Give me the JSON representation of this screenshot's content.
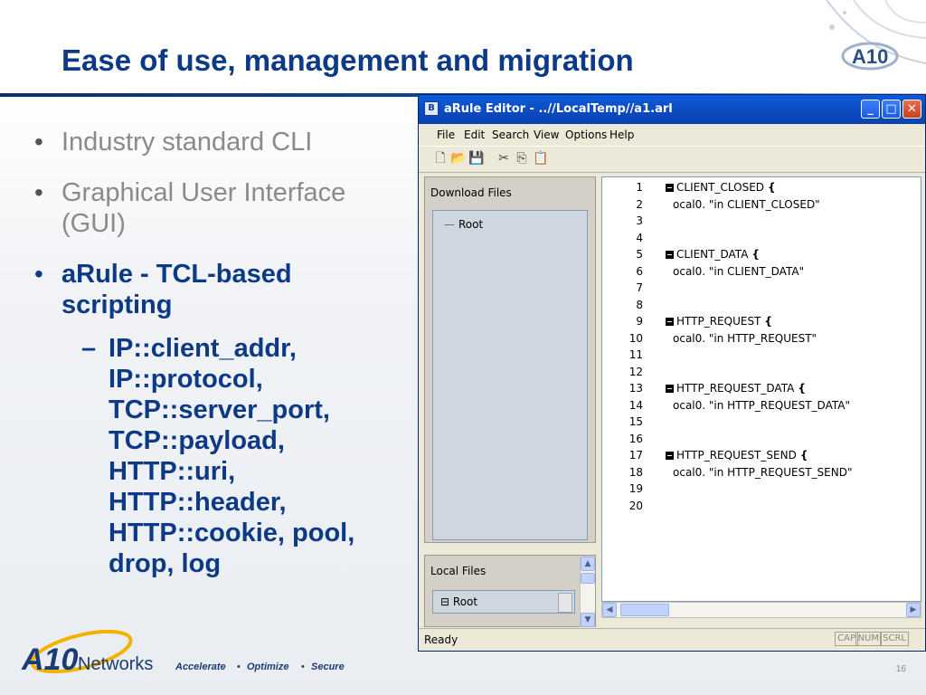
{
  "slide": {
    "title": "Ease of use, management and migration",
    "bullets": [
      {
        "text": "Industry standard CLI"
      },
      {
        "text": "Graphical User Interface (GUI)"
      },
      {
        "text": "aRule - TCL-based scripting",
        "sub": "IP::client_addr, IP::protocol, TCP::server_port, TCP::payload, HTTP::uri, HTTP::header, HTTP::cookie, pool, drop, log"
      }
    ],
    "page_number": "16",
    "footer": {
      "brand": "Networks",
      "tagline_1": "Accelerate",
      "tagline_2": "Optimize",
      "tagline_3": "Secure",
      "logo_text": "A10"
    }
  },
  "window": {
    "title": "aRule Editor - ..//LocalTemp//a1.arl",
    "menu": [
      "File",
      "Edit",
      "Search",
      "View",
      "Options",
      "Help"
    ],
    "toolbar_icons": [
      "new-file-icon",
      "open-folder-icon",
      "save-icon",
      "cut-icon",
      "copy-icon",
      "paste-icon"
    ],
    "download_files": {
      "label": "Download Files",
      "root": "Root"
    },
    "local_files": {
      "label": "Local Files",
      "root": "Root"
    },
    "editor": {
      "lines": [
        {
          "n": "1",
          "text": "CLIENT_CLOSED",
          "fold": true
        },
        {
          "n": "2",
          "text": "ocal0. \"in CLIENT_CLOSED\""
        },
        {
          "n": "3",
          "text": ""
        },
        {
          "n": "4",
          "text": ""
        },
        {
          "n": "5",
          "text": "CLIENT_DATA",
          "fold": true
        },
        {
          "n": "6",
          "text": "ocal0. \"in CLIENT_DATA\""
        },
        {
          "n": "7",
          "text": ""
        },
        {
          "n": "8",
          "text": ""
        },
        {
          "n": "9",
          "text": "HTTP_REQUEST",
          "fold": true
        },
        {
          "n": "10",
          "text": "ocal0. \"in HTTP_REQUEST\""
        },
        {
          "n": "11",
          "text": ""
        },
        {
          "n": "12",
          "text": ""
        },
        {
          "n": "13",
          "text": "HTTP_REQUEST_DATA",
          "fold": true
        },
        {
          "n": "14",
          "text": "ocal0. \"in HTTP_REQUEST_DATA\""
        },
        {
          "n": "15",
          "text": ""
        },
        {
          "n": "16",
          "text": ""
        },
        {
          "n": "17",
          "text": "HTTP_REQUEST_SEND",
          "fold": true
        },
        {
          "n": "18",
          "text": "ocal0. \"in HTTP_REQUEST_SEND\""
        },
        {
          "n": "19",
          "text": ""
        },
        {
          "n": "20",
          "text": ""
        }
      ],
      "brace": "{"
    },
    "status": {
      "text": "Ready",
      "indicators": [
        "CAP",
        "NUM",
        "SCRL"
      ]
    }
  }
}
